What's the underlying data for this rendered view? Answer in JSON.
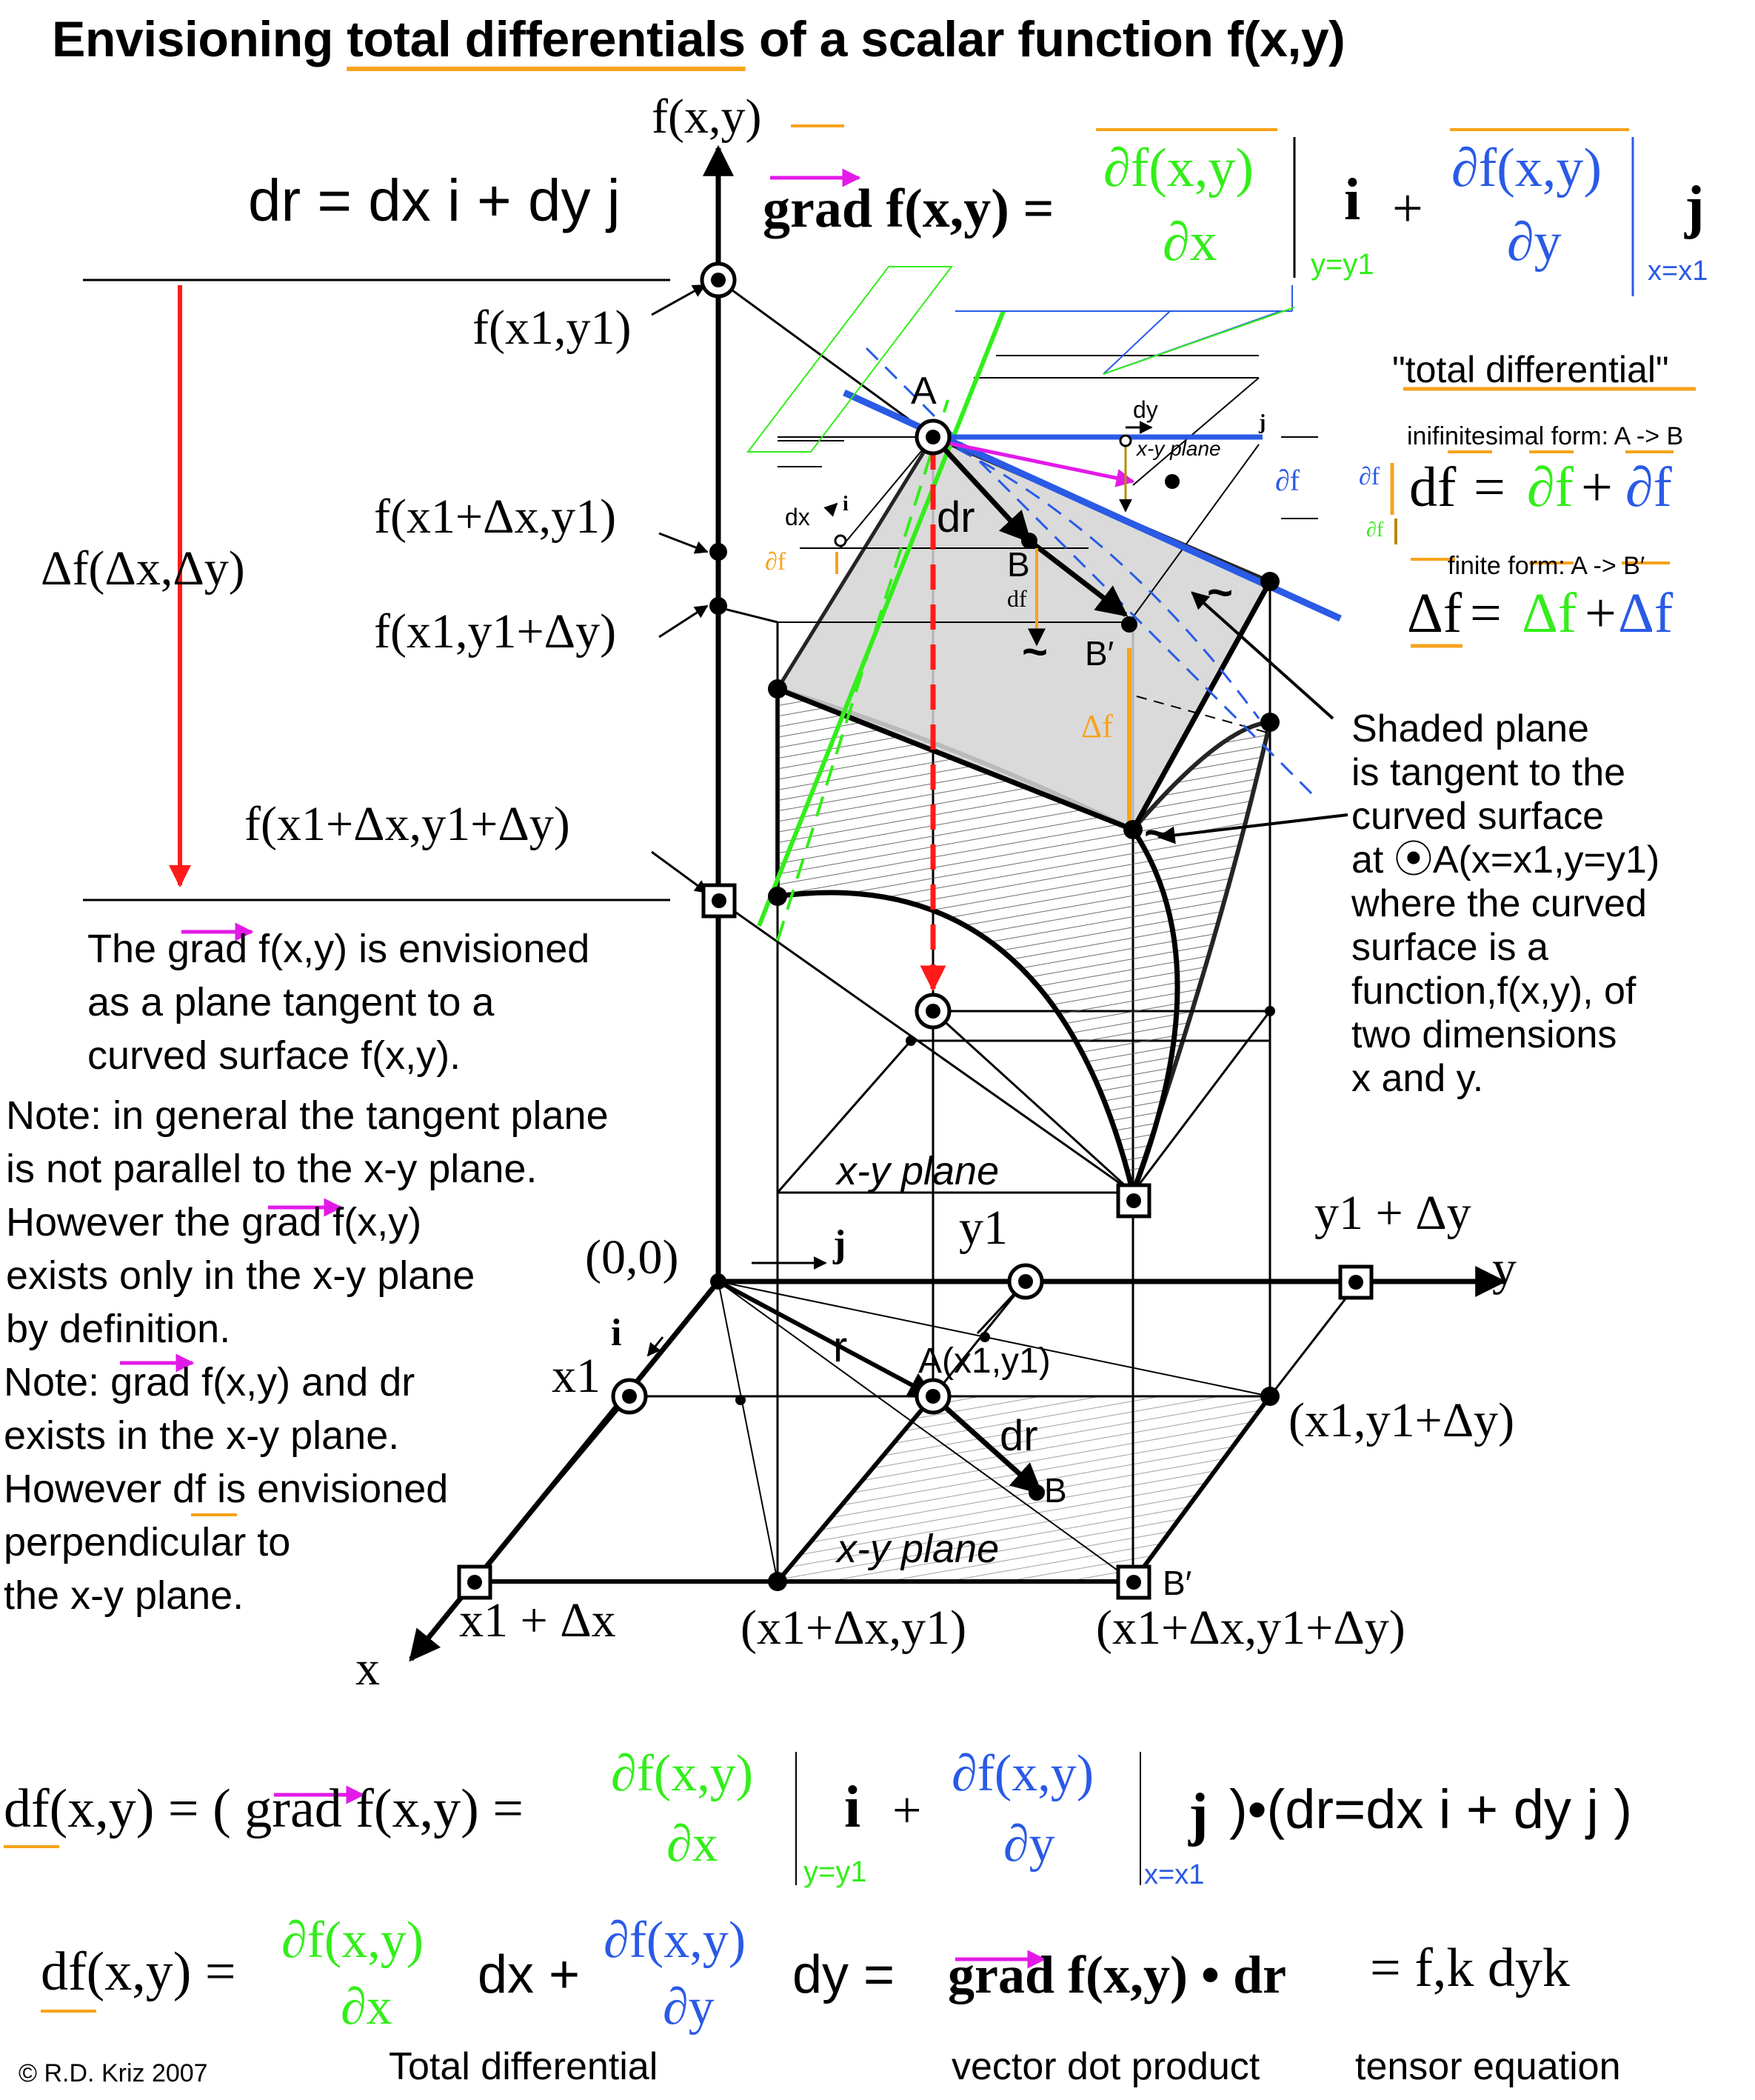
{
  "title": {
    "pre": "Envisioning ",
    "underlined": "total differentials",
    "post": " of a scalar function f(x,y)"
  },
  "axes": {
    "f": "f(x,y)",
    "x": "x",
    "y": "y",
    "origin": "(0,0)"
  },
  "eq_dr": "dr = dx i + dy j",
  "eq_grad": {
    "lhs": "grad f(x,y) =",
    "dfx": "∂f(x,y)",
    "dx": "∂x",
    "cond_y": "y=y1",
    "i": "i",
    "plus": "+",
    "dfy": "∂f(x,y)",
    "dy": "∂y",
    "cond_x": "x=x1",
    "j": "j"
  },
  "f_labels": {
    "f1": "f(x1,y1)",
    "f2": "f(x1+Δx,y1)",
    "f3": "f(x1,y1+Δy)",
    "f4": "f(x1+Δx,y1+Δy)",
    "delta": "Δf(Δx,Δy)"
  },
  "points": {
    "A": "A",
    "B": "B",
    "Bp": "B′",
    "A_plane": "A(x1,y1)",
    "B_plane": "B",
    "Bp_plane": "B′"
  },
  "small": {
    "dx": "dx",
    "dy": "dy",
    "df": "df",
    "df_orange": "∂f",
    "i": "i",
    "j": "j",
    "df_blue": "∂f",
    "Delta_f": "Δf",
    "dr_upper": "dr",
    "dr_lower": "dr",
    "r": "r",
    "tilde": "~",
    "xy_plane": "x-y plane",
    "xy_plane_small": "x-y plane"
  },
  "ground_labels": {
    "x1": "x1",
    "y1": "y1",
    "x1dx": "x1 + Δx",
    "y1dy": "y1 + Δy",
    "x1y1dy": "(x1,y1+Δy)",
    "x1dxy1": "(x1+Δx,y1)",
    "x1dxy1dy": "(x1+Δx,y1+Δy)",
    "i": "i",
    "j": "j"
  },
  "total_diff": {
    "heading": "\"total differential\"",
    "inf_label": "inifinitesimal form: A -> B",
    "inf_eq_lhs": "df",
    "inf_eq_rhs1": "∂f",
    "inf_eq_rhs2": "∂f",
    "fin_label": "finite form: A -> B′",
    "fin_eq_lhs": "Δf",
    "fin_eq_rhs1": "Δf",
    "fin_eq_rhs2": "Δf",
    "side1": "∂f",
    "side2": "∂f"
  },
  "shaded_note": [
    "Shaded plane",
    "is tangent to the",
    "curved surface",
    "at ⦿A(x=x1,y=y1)",
    "where the curved",
    "surface is a",
    "function,f(x,y), of",
    "two dimensions",
    "x and y."
  ],
  "grad_note": [
    "The grad f(x,y) is envisioned",
    "as a plane tangent to a",
    "curved surface f(x,y)."
  ],
  "note1": [
    "Note: in general the tangent plane",
    "is not parallel to the x-y plane.",
    "However the grad f(x,y)",
    "exists only in the x-y plane",
    "by definition."
  ],
  "note2": [
    "Note: grad f(x,y) and dr",
    "exists in the x-y plane.",
    "However df is envisioned",
    "perpendicular to",
    "the x-y plane."
  ],
  "eq_bottom1": {
    "lhs": "df(x,y) = ( grad f(x,y) =",
    "dfx": "∂f(x,y)",
    "dx": "∂x",
    "cond_y": "y=y1",
    "i": "i",
    "plus": "+",
    "dfy": "∂f(x,y)",
    "dy": "∂y",
    "cond_x": "x=x1",
    "j": "j",
    "tail": ")•(dr=dx i + dy j )"
  },
  "eq_bottom2": {
    "lhs": "df(x,y) =",
    "dfx": "∂f(x,y)",
    "dx": "∂x",
    "dx_term": "dx +",
    "dfy": "∂f(x,y)",
    "dy": "∂y",
    "dy_term": "dy  =",
    "grad": "grad f(x,y) • dr",
    "tensor": "= f,k dyk"
  },
  "footer": {
    "copyright": "© R.D. Kriz 2007",
    "total": "Total differential",
    "dot": "vector dot product",
    "tensor": "tensor equation"
  },
  "colors": {
    "green": "#33ee1a",
    "blue": "#2a5ae6",
    "orange": "#f7a21b",
    "magenta": "#e21ae8",
    "red": "#ff1a1a",
    "shade": "#d4d4d4"
  }
}
